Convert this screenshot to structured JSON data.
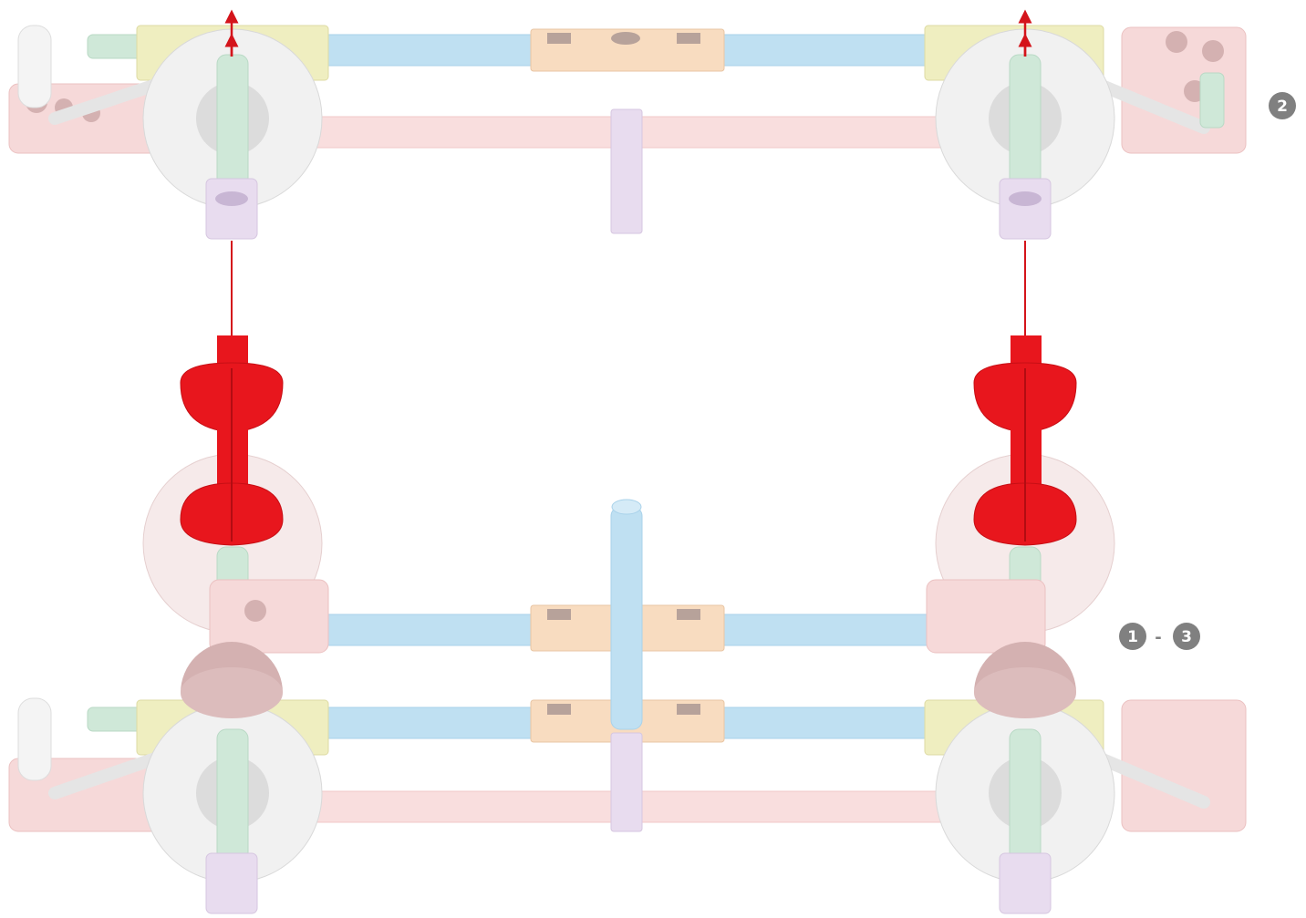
{
  "steps": {
    "top_assembly_step": "2",
    "bottom_range_start": "1",
    "bottom_range_sep": "-",
    "bottom_range_end": "3"
  },
  "colors": {
    "connector_red": "#e8161d",
    "arrow_red": "#d4141b",
    "rod_blue": "#bfe0f2",
    "rod_pink": "#f9dede",
    "rod_orange": "#f8dcc0",
    "rod_purple": "#e8dcef",
    "hub_white": "#f1f1f1",
    "hub_yellow": "#efeec0",
    "plate_pink": "#f6d9d9",
    "plate_mauve": "#d4b1b1",
    "green_part": "#cfe8d8",
    "badge_gray": "#808080"
  },
  "icons": {
    "top_arrows": "red-up-arrow",
    "connectors": "red-spool-connector"
  }
}
